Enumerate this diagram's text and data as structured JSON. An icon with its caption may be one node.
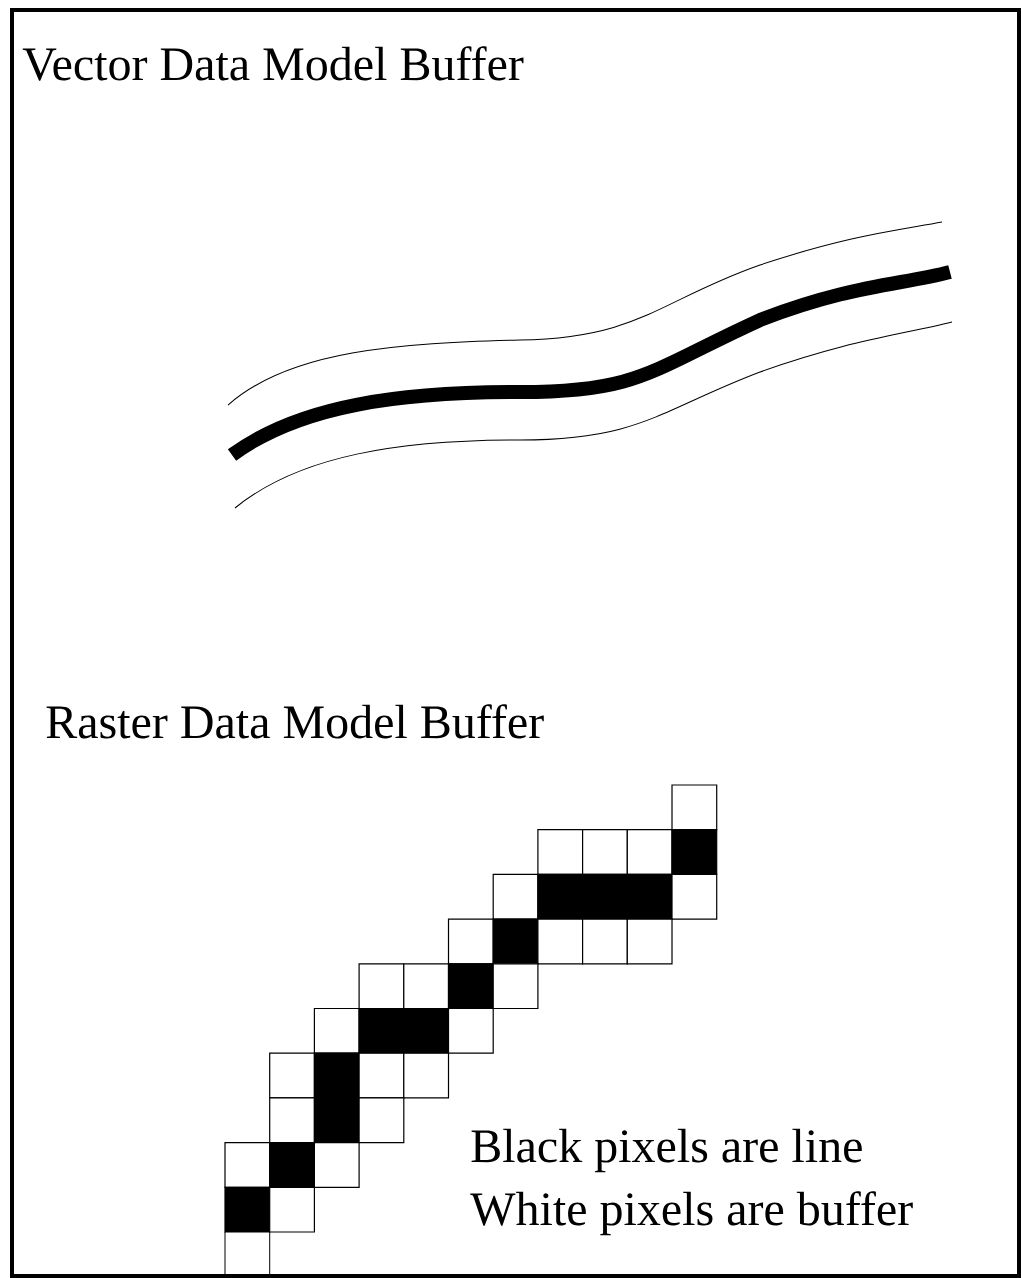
{
  "diagram": {
    "labels": [
      "Vector Data Model Buffer",
      "Raster Data Model Buffer",
      "Black pixels are line",
      "White pixels are buffer"
    ]
  }
}
